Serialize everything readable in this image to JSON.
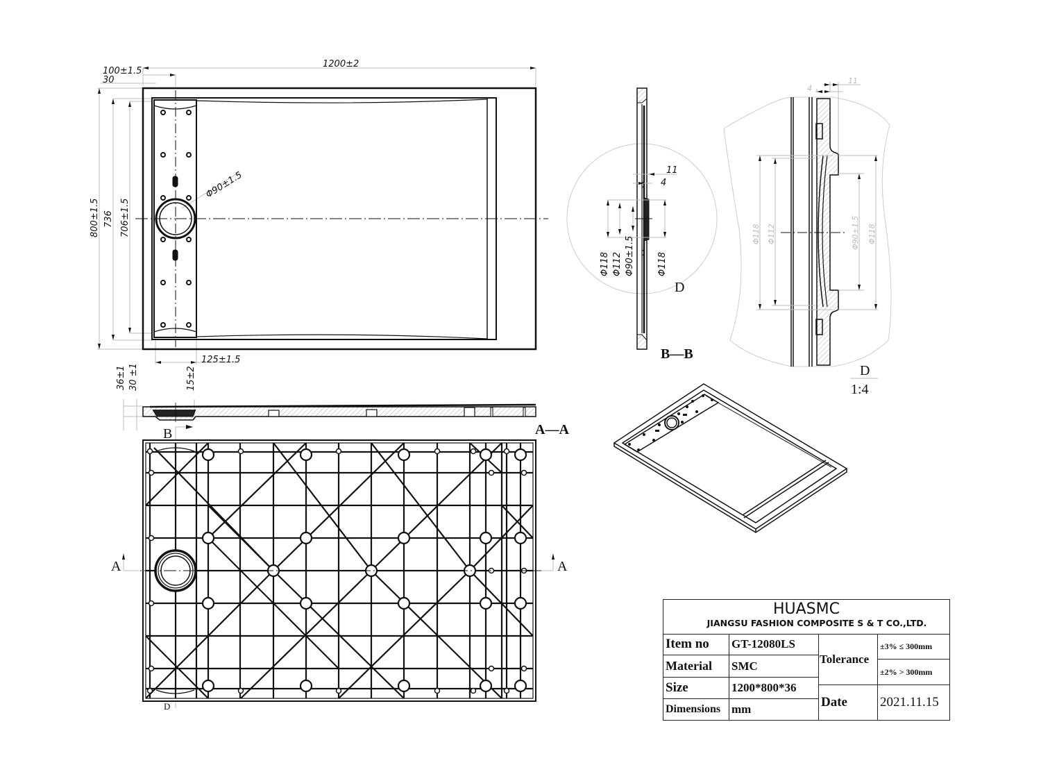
{
  "drawing": {
    "top_view": {
      "dims": {
        "overall_width": "1200±2",
        "edge_offset": "100±1.5",
        "rim": "30",
        "overall_length": "800±1.5",
        "inner_length": "736",
        "channel_length": "706±1.5",
        "channel_width": "125±1.5",
        "drain_diameter": "Φ90±1.5"
      }
    },
    "side_view": {
      "dims": {
        "total_height": "36±1",
        "body_height": "30 ±1",
        "drain_depth": "15±2"
      },
      "section_marker": "B",
      "section_label": "A—A"
    },
    "bottom_view": {
      "section_marker_left": "A",
      "section_marker_right": "A",
      "detail_marker": "D"
    },
    "section_bb": {
      "label": "B—B",
      "detail_marker": "D",
      "dims": [
        "11",
        "4",
        "Φ118",
        "Φ112",
        "Φ90±1.5",
        "Φ118"
      ]
    },
    "detail_d": {
      "label": "D",
      "scale": "1:4",
      "dims": [
        "4",
        "11",
        "Φ118",
        "Φ112",
        "Φ90±1.5",
        "Φ118"
      ]
    }
  },
  "title_block": {
    "brand": "HUASMC",
    "company": "JIANGSU FASHION COMPOSITE S & T CO.,LTD.",
    "rows": [
      {
        "label": "Item no",
        "value": "GT-12080LS"
      },
      {
        "label": "Material",
        "value": "SMC"
      },
      {
        "label": "Size",
        "value": "1200*800*36"
      },
      {
        "label": "Dimensions",
        "value": "mm"
      }
    ],
    "tolerance_label": "Tolerance",
    "tolerance_values": [
      "±3% ≤ 300mm",
      "±2% > 300mm"
    ],
    "date_label": "Date",
    "date_value": "2021.11.15"
  }
}
